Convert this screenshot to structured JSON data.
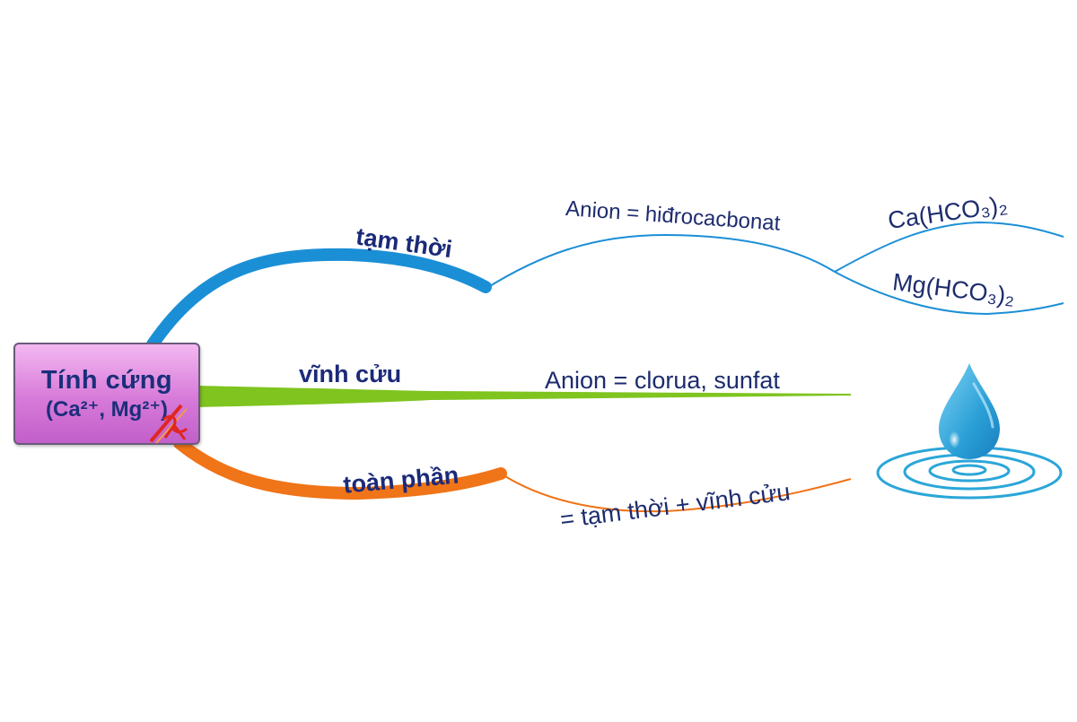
{
  "central": {
    "title": "Tính cứng",
    "ions": "(Ca²⁺, Mg²⁺)"
  },
  "branches": {
    "temporary": {
      "label": "tạm thời",
      "anion": "Anion = hiđrocacbonat",
      "compounds": [
        "Ca(HCO₃)₂",
        "Mg(HCO₃)₂"
      ],
      "color": "#1b8fd6"
    },
    "permanent": {
      "label": "vĩnh cửu",
      "anion": "Anion = clorua, sunfat",
      "color": "#7fc41f"
    },
    "total": {
      "label": "toàn phần",
      "formula": "= tạm thời + vĩnh cửu",
      "color": "#f07418"
    }
  },
  "icons": [
    "water-drop-icon",
    "ribbon-icon"
  ]
}
